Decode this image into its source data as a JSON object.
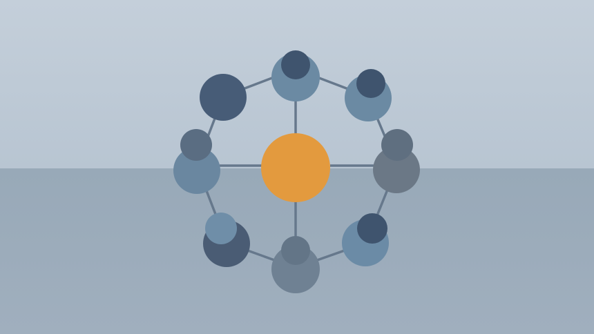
{
  "scene": {
    "description_colors": {
      "sky_top": "#c3ced9",
      "sky_bottom": "#b7c4d1",
      "floor_top": "#9aaab9",
      "floor_bottom": "#9eaebd",
      "line": "#66788c",
      "center_node": "#e39a3e"
    },
    "nodes": [
      {
        "name": "node-top",
        "body": "#6b8aa3",
        "head": "#3f546e"
      },
      {
        "name": "node-top-right",
        "body": "#6b8aa3",
        "head": "#3f546e"
      },
      {
        "name": "node-right",
        "body": "#6b7886",
        "head": "#5f6f80"
      },
      {
        "name": "node-bottom-right",
        "body": "#6b8ba6",
        "head": "#3f546e"
      },
      {
        "name": "node-bottom",
        "body": "#6f8193",
        "head": "#637587"
      },
      {
        "name": "node-bottom-left",
        "body": "#4a5c74",
        "head": "#6f8ea8"
      },
      {
        "name": "node-left",
        "body": "#6a87a0",
        "head": "#5a6d82"
      },
      {
        "name": "node-top-left",
        "body": "#475c77",
        "head": "#475c77"
      }
    ]
  }
}
